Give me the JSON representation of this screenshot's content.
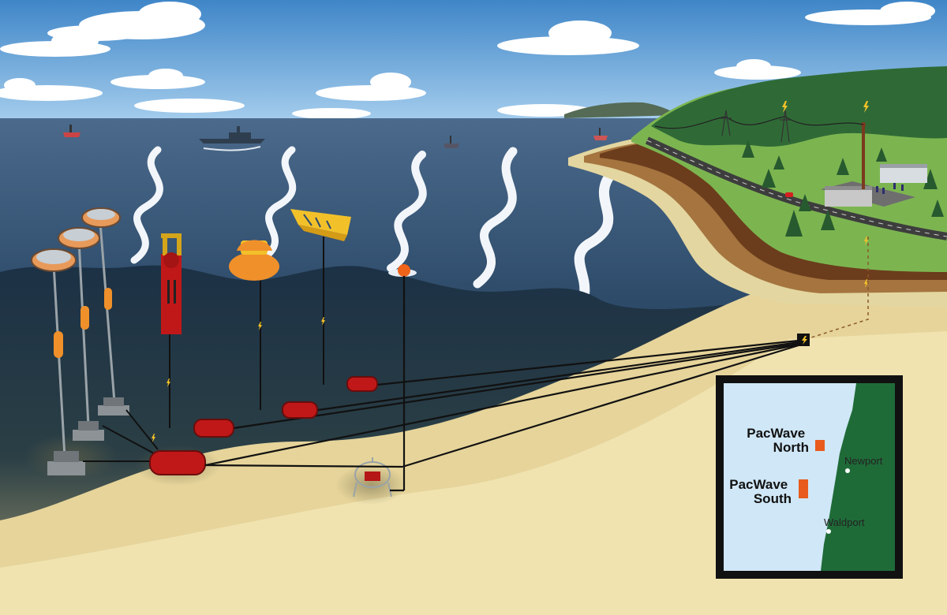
{
  "inset_map": {
    "sites": [
      {
        "line1": "PacWave",
        "line2": "North"
      },
      {
        "line1": "PacWave",
        "line2": "South"
      }
    ],
    "towns": [
      "Newport",
      "Waldport"
    ]
  },
  "colors": {
    "sky": "#5d9fd3",
    "ocean_surface": "#3c5a7c",
    "ocean_deep": "#1d3346",
    "seafloor": "#e6d49a",
    "grass": "#7cb550",
    "forest": "#2f6a36",
    "device_red": "#c01818",
    "device_orange": "#f0902a",
    "buoy_yellow": "#f2c12a",
    "site_marker": "#e85b1d",
    "land_map": "#1f6b38",
    "water_map": "#cfe7f6"
  }
}
